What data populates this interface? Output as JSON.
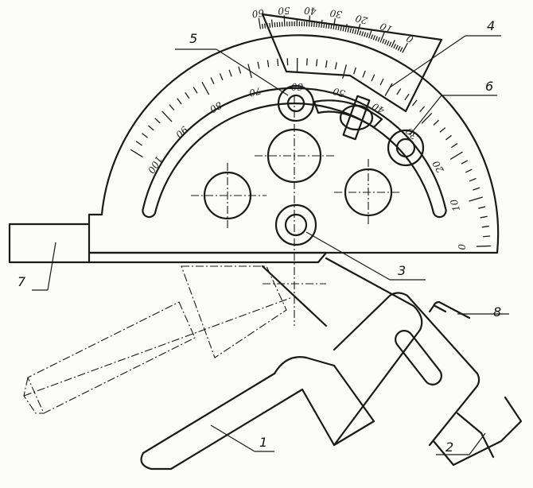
{
  "callouts": {
    "c1": "1",
    "c2": "2",
    "c3": "3",
    "c4": "4",
    "c5": "5",
    "c6": "6",
    "c7": "7",
    "c8": "8"
  },
  "outer_scale": {
    "labels": [
      "100",
      "90",
      "80",
      "70",
      "60",
      "50",
      "40",
      "30",
      "20",
      "10",
      "0"
    ]
  },
  "vernier_scale": {
    "labels": [
      "60",
      "50",
      "40",
      "30",
      "20",
      "10",
      "0"
    ]
  }
}
